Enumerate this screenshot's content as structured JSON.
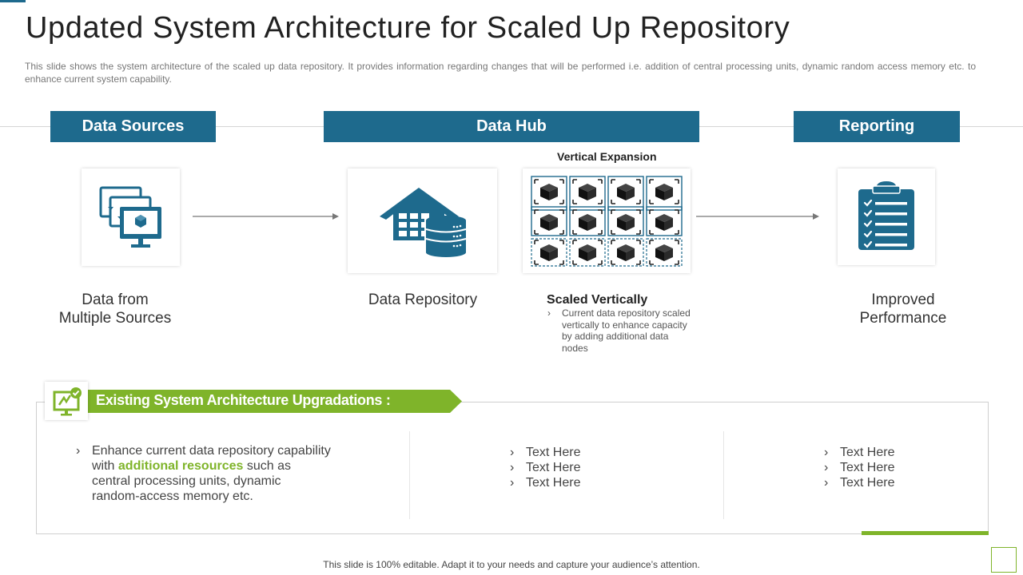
{
  "page": {
    "title": "Updated System Architecture for Scaled Up Repository",
    "subtitle": "This slide shows the system architecture of the scaled up data repository. It provides information regarding changes that will be performed i.e. addition of central processing units, dynamic random access memory etc. to enhance current system capability."
  },
  "headers": {
    "data_sources": "Data Sources",
    "data_hub": "Data Hub",
    "reporting": "Reporting"
  },
  "icons": {
    "sources": "monitors-network-icon",
    "repository": "house-database-icon",
    "nodes": "cube-grid-icon",
    "reporting": "clipboard-checklist-icon",
    "ribbon": "monitor-check-icon"
  },
  "diagram": {
    "vertical_expansion": "Vertical Expansion",
    "sources_label_line1": "Data from",
    "sources_label_line2": "Multiple Sources",
    "repository_label": "Data Repository",
    "scaled_title": "Scaled Vertically",
    "scaled_bullet": "Current data repository scaled vertically to enhance capacity by adding additional data nodes",
    "reporting_label_line1": "Improved",
    "reporting_label_line2": "Performance"
  },
  "upgrades": {
    "heading": "Existing System Architecture Upgradations :",
    "col1_before": "Enhance current data repository capability with ",
    "col1_highlight": "additional resources",
    "col1_after": " such as central processing units, dynamic random-access memory etc.",
    "col2": [
      "Text Here",
      "Text Here",
      "Text Here"
    ],
    "col3": [
      "Text Here",
      "Text Here",
      "Text Here"
    ]
  },
  "footer": "This slide is 100% editable. Adapt it to your needs and capture your audience’s attention.",
  "colors": {
    "primary": "#1e6a8d",
    "accent": "#7fb42a"
  }
}
